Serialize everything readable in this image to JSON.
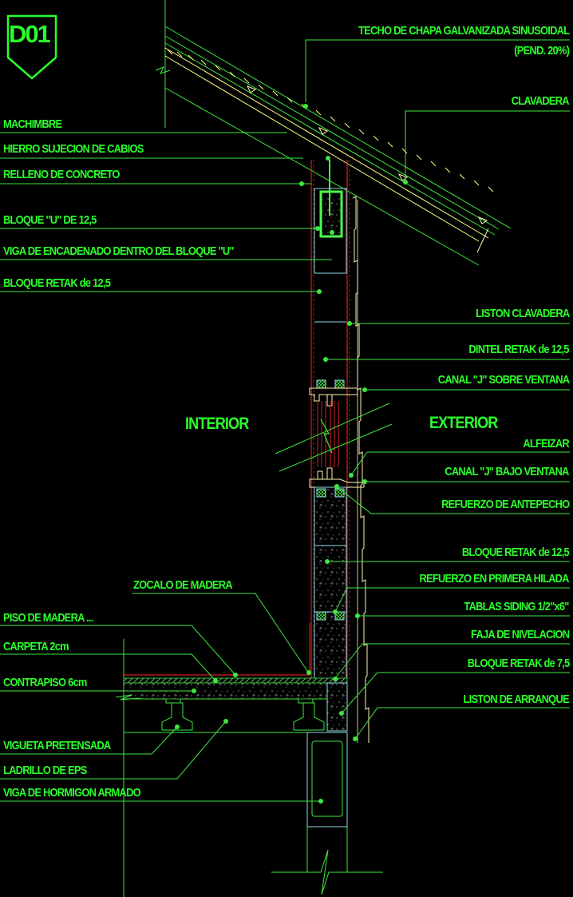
{
  "drawing": {
    "id_tag": "D01",
    "zones": {
      "interior": "INTERIOR",
      "exterior": "EXTERIOR"
    },
    "colors": {
      "background": "#000000",
      "label_text": "#2BFF2B",
      "leader_lines": "#3EE83E",
      "roof_layers": "#FFFF80",
      "window_frame": "#FFF4B0",
      "wall_outline": "#8FD9E8",
      "finish_lines": "#D02020"
    },
    "labels_left": [
      {
        "text": "MACHIMBRE"
      },
      {
        "text": "HIERRO SUJECION DE CABIOS"
      },
      {
        "text": "RELLENO DE CONCRETO"
      },
      {
        "text": "BLOQUE \"U\" DE 12,5"
      },
      {
        "text": "VIGA DE ENCADENADO DENTRO DEL BLOQUE \"U\""
      },
      {
        "text": "BLOQUE RETAK de 12,5"
      },
      {
        "text": "ZOCALO DE MADERA"
      },
      {
        "text": "PISO DE MADERA ..."
      },
      {
        "text": "CARPETA  2cm"
      },
      {
        "text": "CONTRAPISO  6cm"
      },
      {
        "text": "VIGUETA PRETENSADA"
      },
      {
        "text": "LADRILLO DE EPS"
      },
      {
        "text": "VIGA DE HORMIGON ARMADO"
      }
    ],
    "labels_right": [
      {
        "text": "TECHO DE CHAPA GALVANIZADA SINUSOIDAL"
      },
      {
        "text": "(PEND. 20%)"
      },
      {
        "text": "CLAVADERA"
      },
      {
        "text": "LISTON CLAVADERA"
      },
      {
        "text": "DINTEL RETAK de 12,5"
      },
      {
        "text": "CANAL \"J\" SOBRE VENTANA"
      },
      {
        "text": "ALFEIZAR"
      },
      {
        "text": "CANAL \"J\" BAJO VENTANA"
      },
      {
        "text": "REFUERZO DE ANTEPECHO"
      },
      {
        "text": "BLOQUE RETAK de 12,5"
      },
      {
        "text": "REFUERZO EN PRIMERA HILADA"
      },
      {
        "text": "TABLAS SIDING 1/2\"x6\""
      },
      {
        "text": "FAJA DE NIVELACION"
      },
      {
        "text": "BLOQUE RETAK  de 7,5"
      },
      {
        "text": "LISTON DE ARRANQUE"
      }
    ]
  }
}
